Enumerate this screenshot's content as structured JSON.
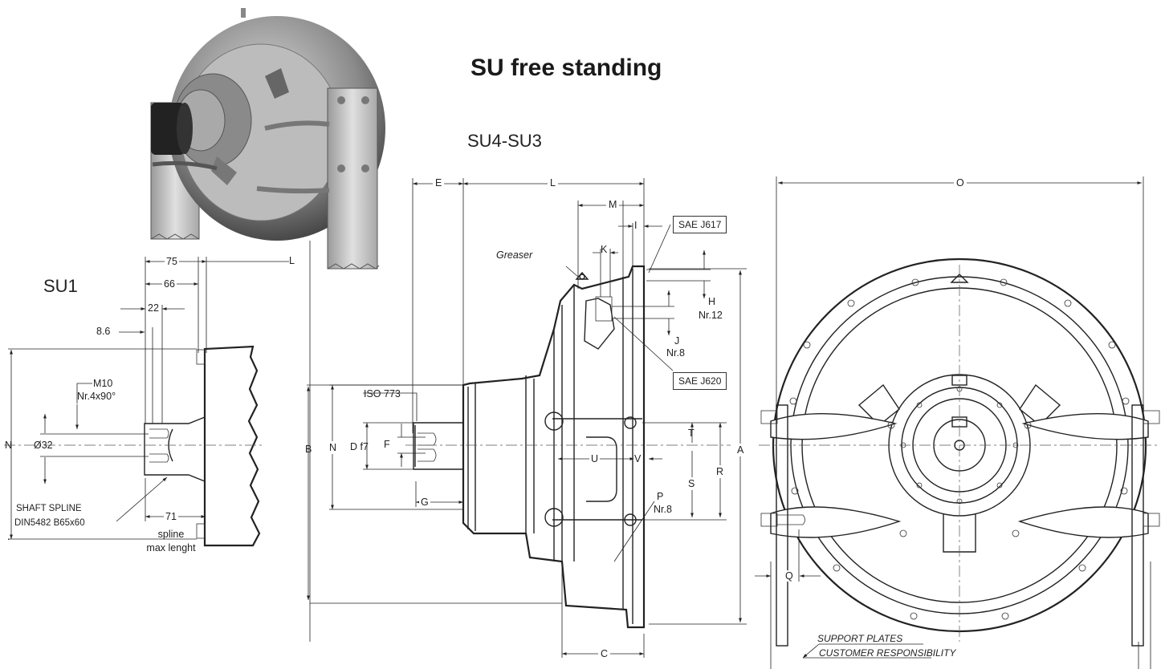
{
  "title": "SU free standing",
  "sections": {
    "su1": "SU1",
    "su4su3": "SU4-SU3"
  },
  "su1": {
    "dims": {
      "d75": "75",
      "d66": "66",
      "d22": "22",
      "d86": "8.6",
      "L": "L",
      "N": "N",
      "d32": "Ø32",
      "d71": "71"
    },
    "notes": {
      "m10": "M10",
      "m10_count": "Nr.4x90°",
      "shaft_spline": "SHAFT SPLINE",
      "spline_std": "DIN5482 B65x60",
      "spline": "spline",
      "max_length": "max lenght",
      "dot": "."
    }
  },
  "side": {
    "dims": {
      "E": "E",
      "L": "L",
      "M": "M",
      "I": "I",
      "K": "K",
      "H": "H",
      "H_count": "Nr.12",
      "J": "J",
      "J_count": "Nr.8",
      "N": "N",
      "D": "D f7",
      "F": "F",
      "B": "B",
      "G": "G",
      "U": "U",
      "V": "V",
      "T": "T",
      "S": "S",
      "R": "R",
      "A": "A",
      "P": "P",
      "P_count": "Nr.8",
      "C": "C"
    },
    "notes": {
      "greaser": "Greaser",
      "iso": "ISO 773",
      "sae617": "SAE J617",
      "sae620": "SAE J620"
    }
  },
  "front": {
    "dims": {
      "O": "O",
      "Q": "Q"
    },
    "notes": {
      "support_plates": "SUPPORT PLATES",
      "customer": "CUSTOMER RESPONSIBILITY"
    }
  }
}
